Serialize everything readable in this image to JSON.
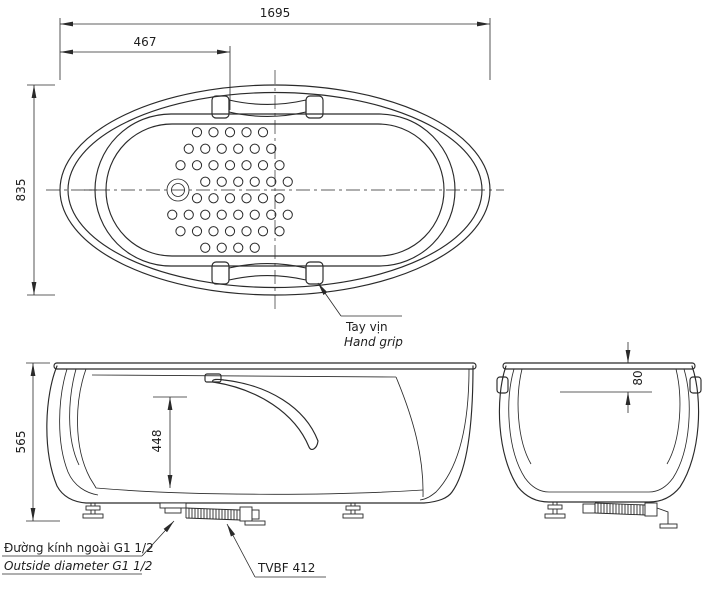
{
  "colors": {
    "line": "#2a2a2a",
    "background": "#ffffff"
  },
  "top_view": {
    "dim_overall_length": "1695",
    "dim_drain_offset": "467",
    "dim_overall_width": "835",
    "grip_callout": {
      "vi": "Tay vịn",
      "en": "Hand grip"
    }
  },
  "front_view": {
    "dim_overall_height": "565",
    "dim_inner_depth": "448",
    "outlet_callout": {
      "vi": "Đường kính ngoài G1 1/2",
      "en": "Outside diameter G1 1/2"
    },
    "model_label": "TVBF 412"
  },
  "end_view": {
    "dim_rim_to_grip": "80"
  }
}
